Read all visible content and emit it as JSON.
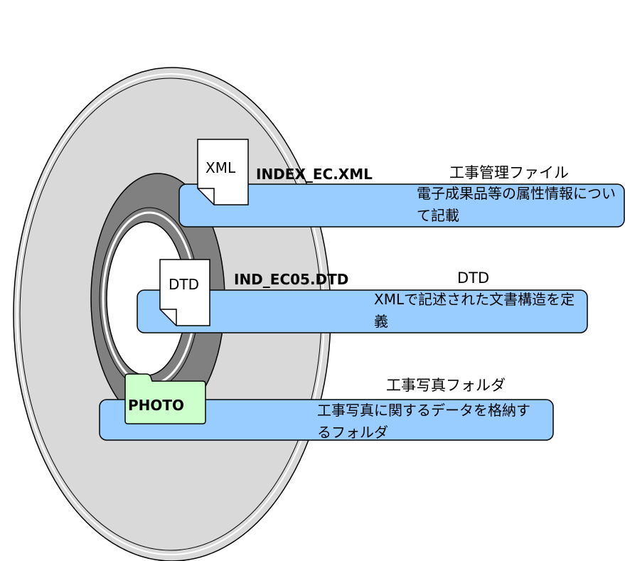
{
  "items": [
    {
      "icon_type": "file-icon",
      "icon_label": "XML",
      "file_name": "INDEX_EC.XML",
      "title": "工事管理ファイル",
      "description": "電子成果品等の属性情報について記載"
    },
    {
      "icon_type": "file-icon",
      "icon_label": "DTD",
      "file_name": "IND_EC05.DTD",
      "title": "DTD",
      "description": "XMLで記述された文書構造を定義"
    },
    {
      "icon_type": "folder-icon",
      "icon_label": "PHOTO",
      "file_name": "",
      "title": "工事写真フォルダ",
      "description": "工事写真に関するデータを格納するフォルダ"
    }
  ],
  "colors": {
    "disc_fill": "#d9d9d9",
    "hub_ring": "#808080",
    "bar_fill": "#99ccff",
    "folder_fill": "#ccffcc",
    "outline": "#000000"
  }
}
